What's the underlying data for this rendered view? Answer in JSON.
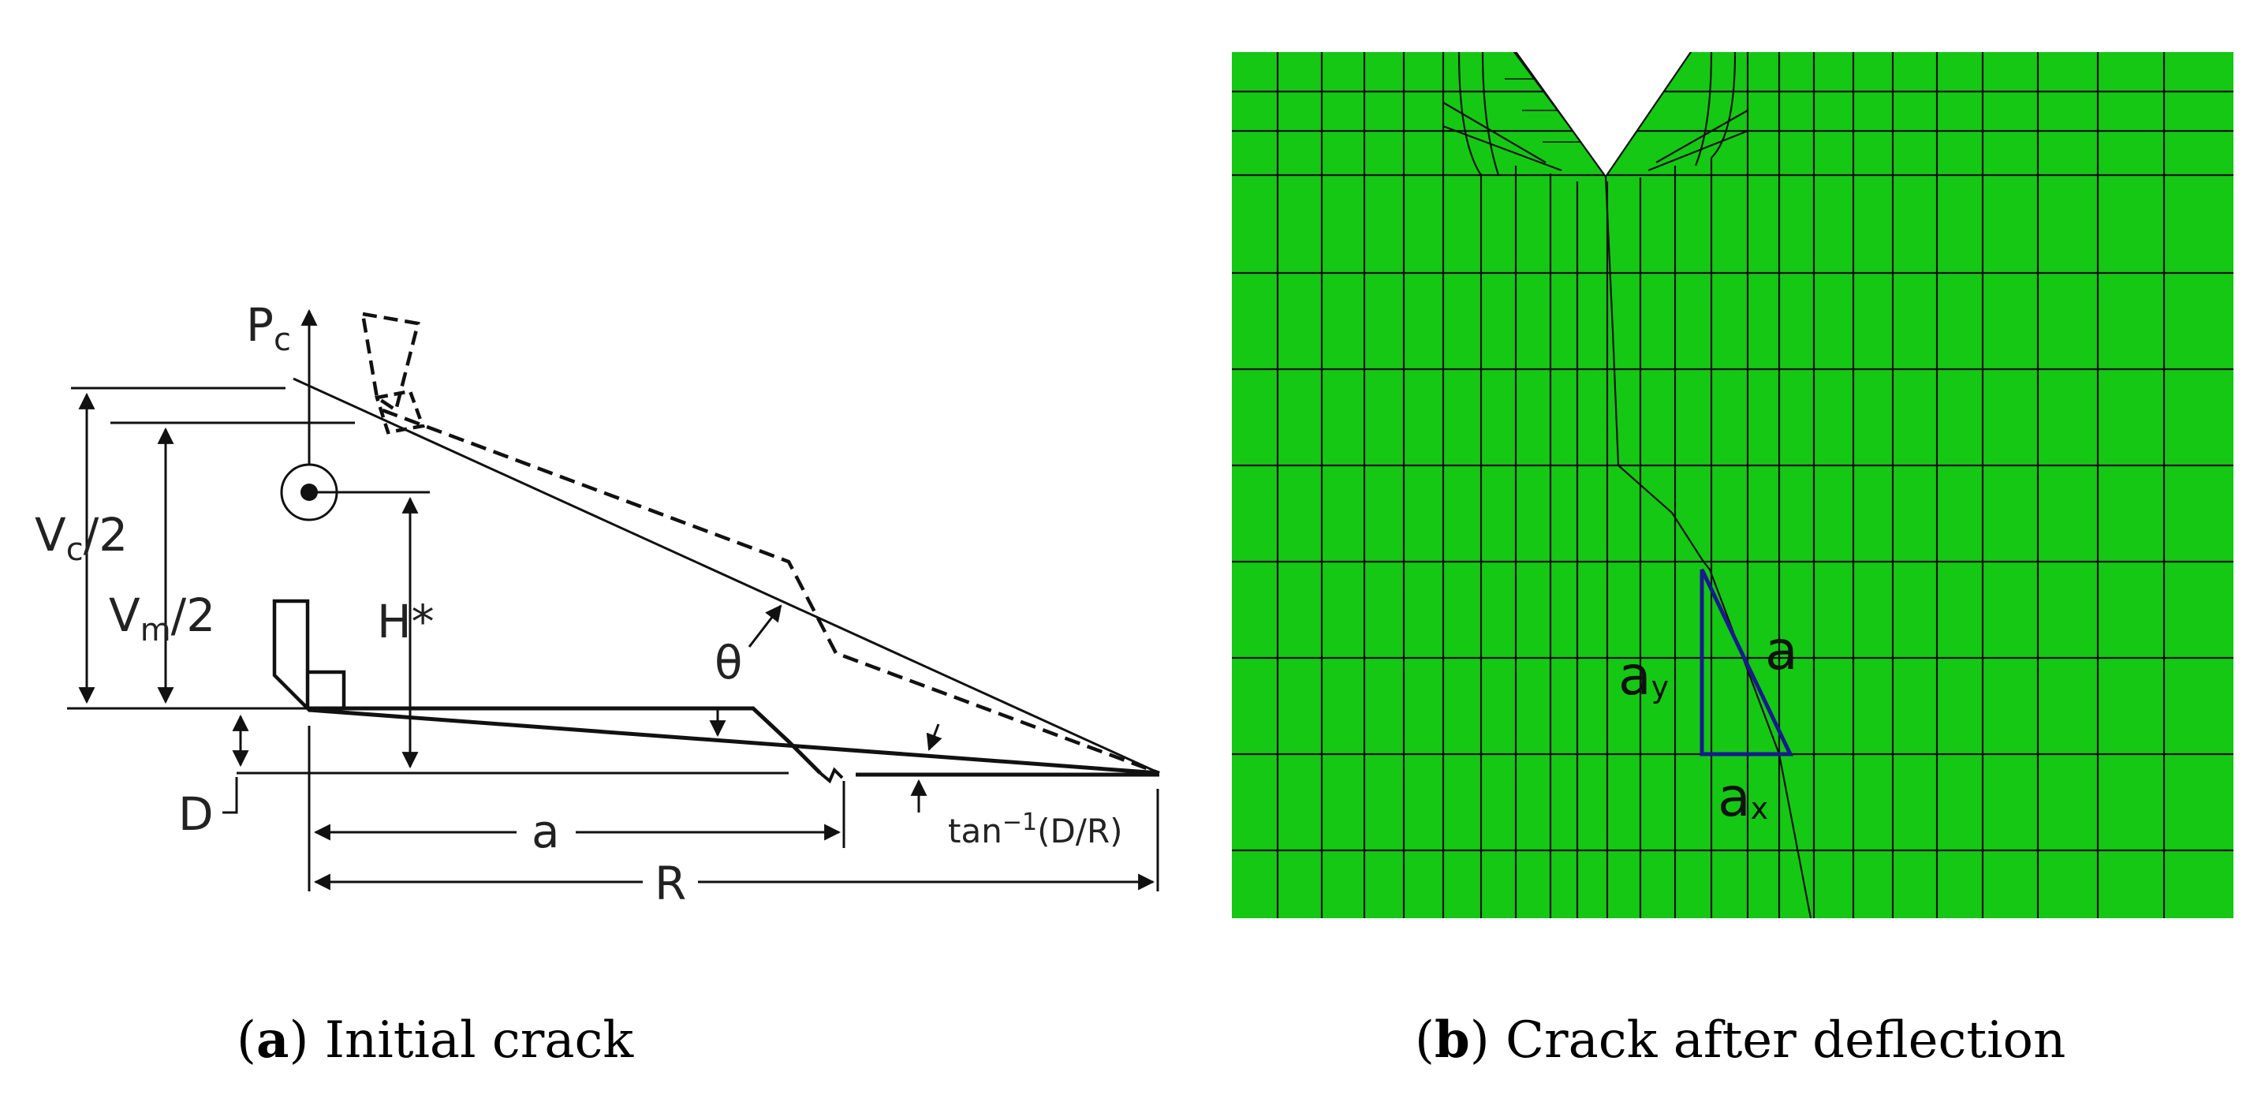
{
  "panel_a": {
    "labels": {
      "pc_main": "P",
      "pc_sub": "c",
      "vc_main": "V",
      "vc_sub": "c",
      "vc_tail": "/2",
      "vm_main": "V",
      "vm_sub": "m",
      "vm_tail": "/2",
      "h_star": "H*",
      "theta": "θ",
      "d": "D",
      "a": "a",
      "r": "R",
      "tan_main": "tan",
      "tan_sup": "−1",
      "tan_tail": "(D/R)"
    },
    "caption": {
      "letter": "a",
      "text": "Initial crack"
    }
  },
  "panel_b": {
    "colors": {
      "mesh_fill": "#14c814",
      "mesh_line": "#111111",
      "triangle": "#1a1a8c",
      "notch_fill": "#0d6e0d"
    },
    "labels": {
      "a": "a",
      "ay_main": "a",
      "ay_sub": "y",
      "ax_main": "a",
      "ax_sub": "x"
    },
    "caption": {
      "letter": "b",
      "text": "Crack after deflection"
    }
  }
}
